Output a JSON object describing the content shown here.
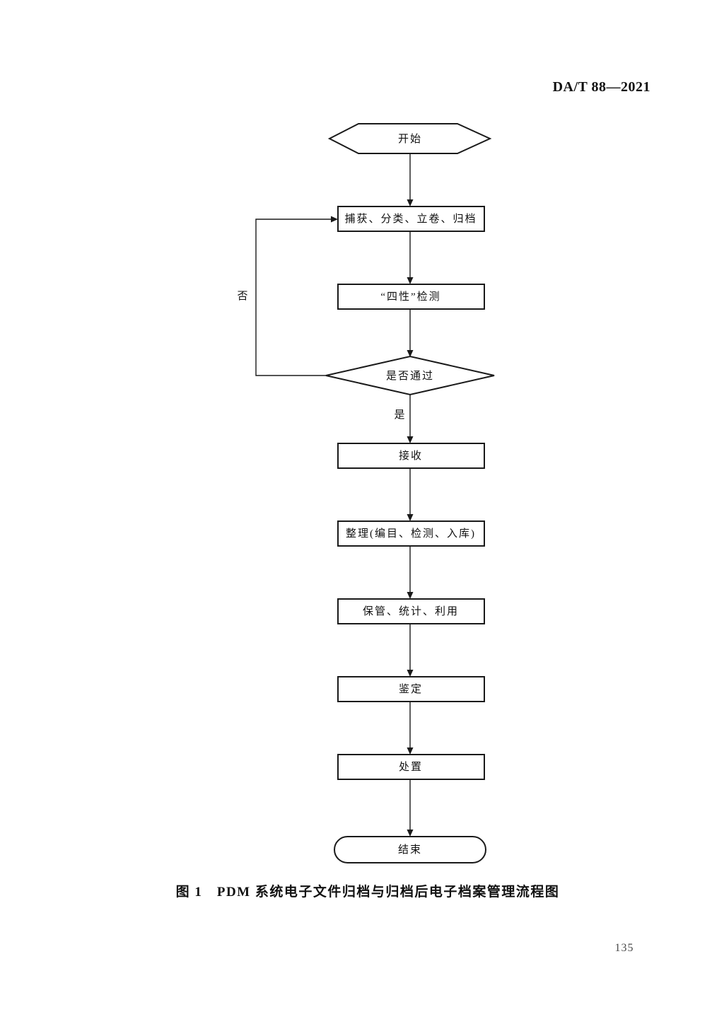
{
  "document": {
    "standard_code": "DA/T 88—2021",
    "figure_caption": "图 1　PDM 系统电子文件归档与归档后电子档案管理流程图",
    "page_number": "135"
  },
  "flowchart": {
    "nodes": {
      "start": "开始",
      "capture": "捕获、分类、立卷、归档",
      "four_quality_check": "“四性”检测",
      "pass_decision": "是否通过",
      "receive": "接收",
      "organize": "整理(编目、检测、入库)",
      "storage": "保管、统计、利用",
      "appraisal": "鉴定",
      "disposal": "处置",
      "end": "结束"
    },
    "edge_labels": {
      "yes": "是",
      "no": "否"
    },
    "colors": {
      "line": "#1a1a1a",
      "text": "#111111",
      "page_background": "#ffffff"
    }
  }
}
